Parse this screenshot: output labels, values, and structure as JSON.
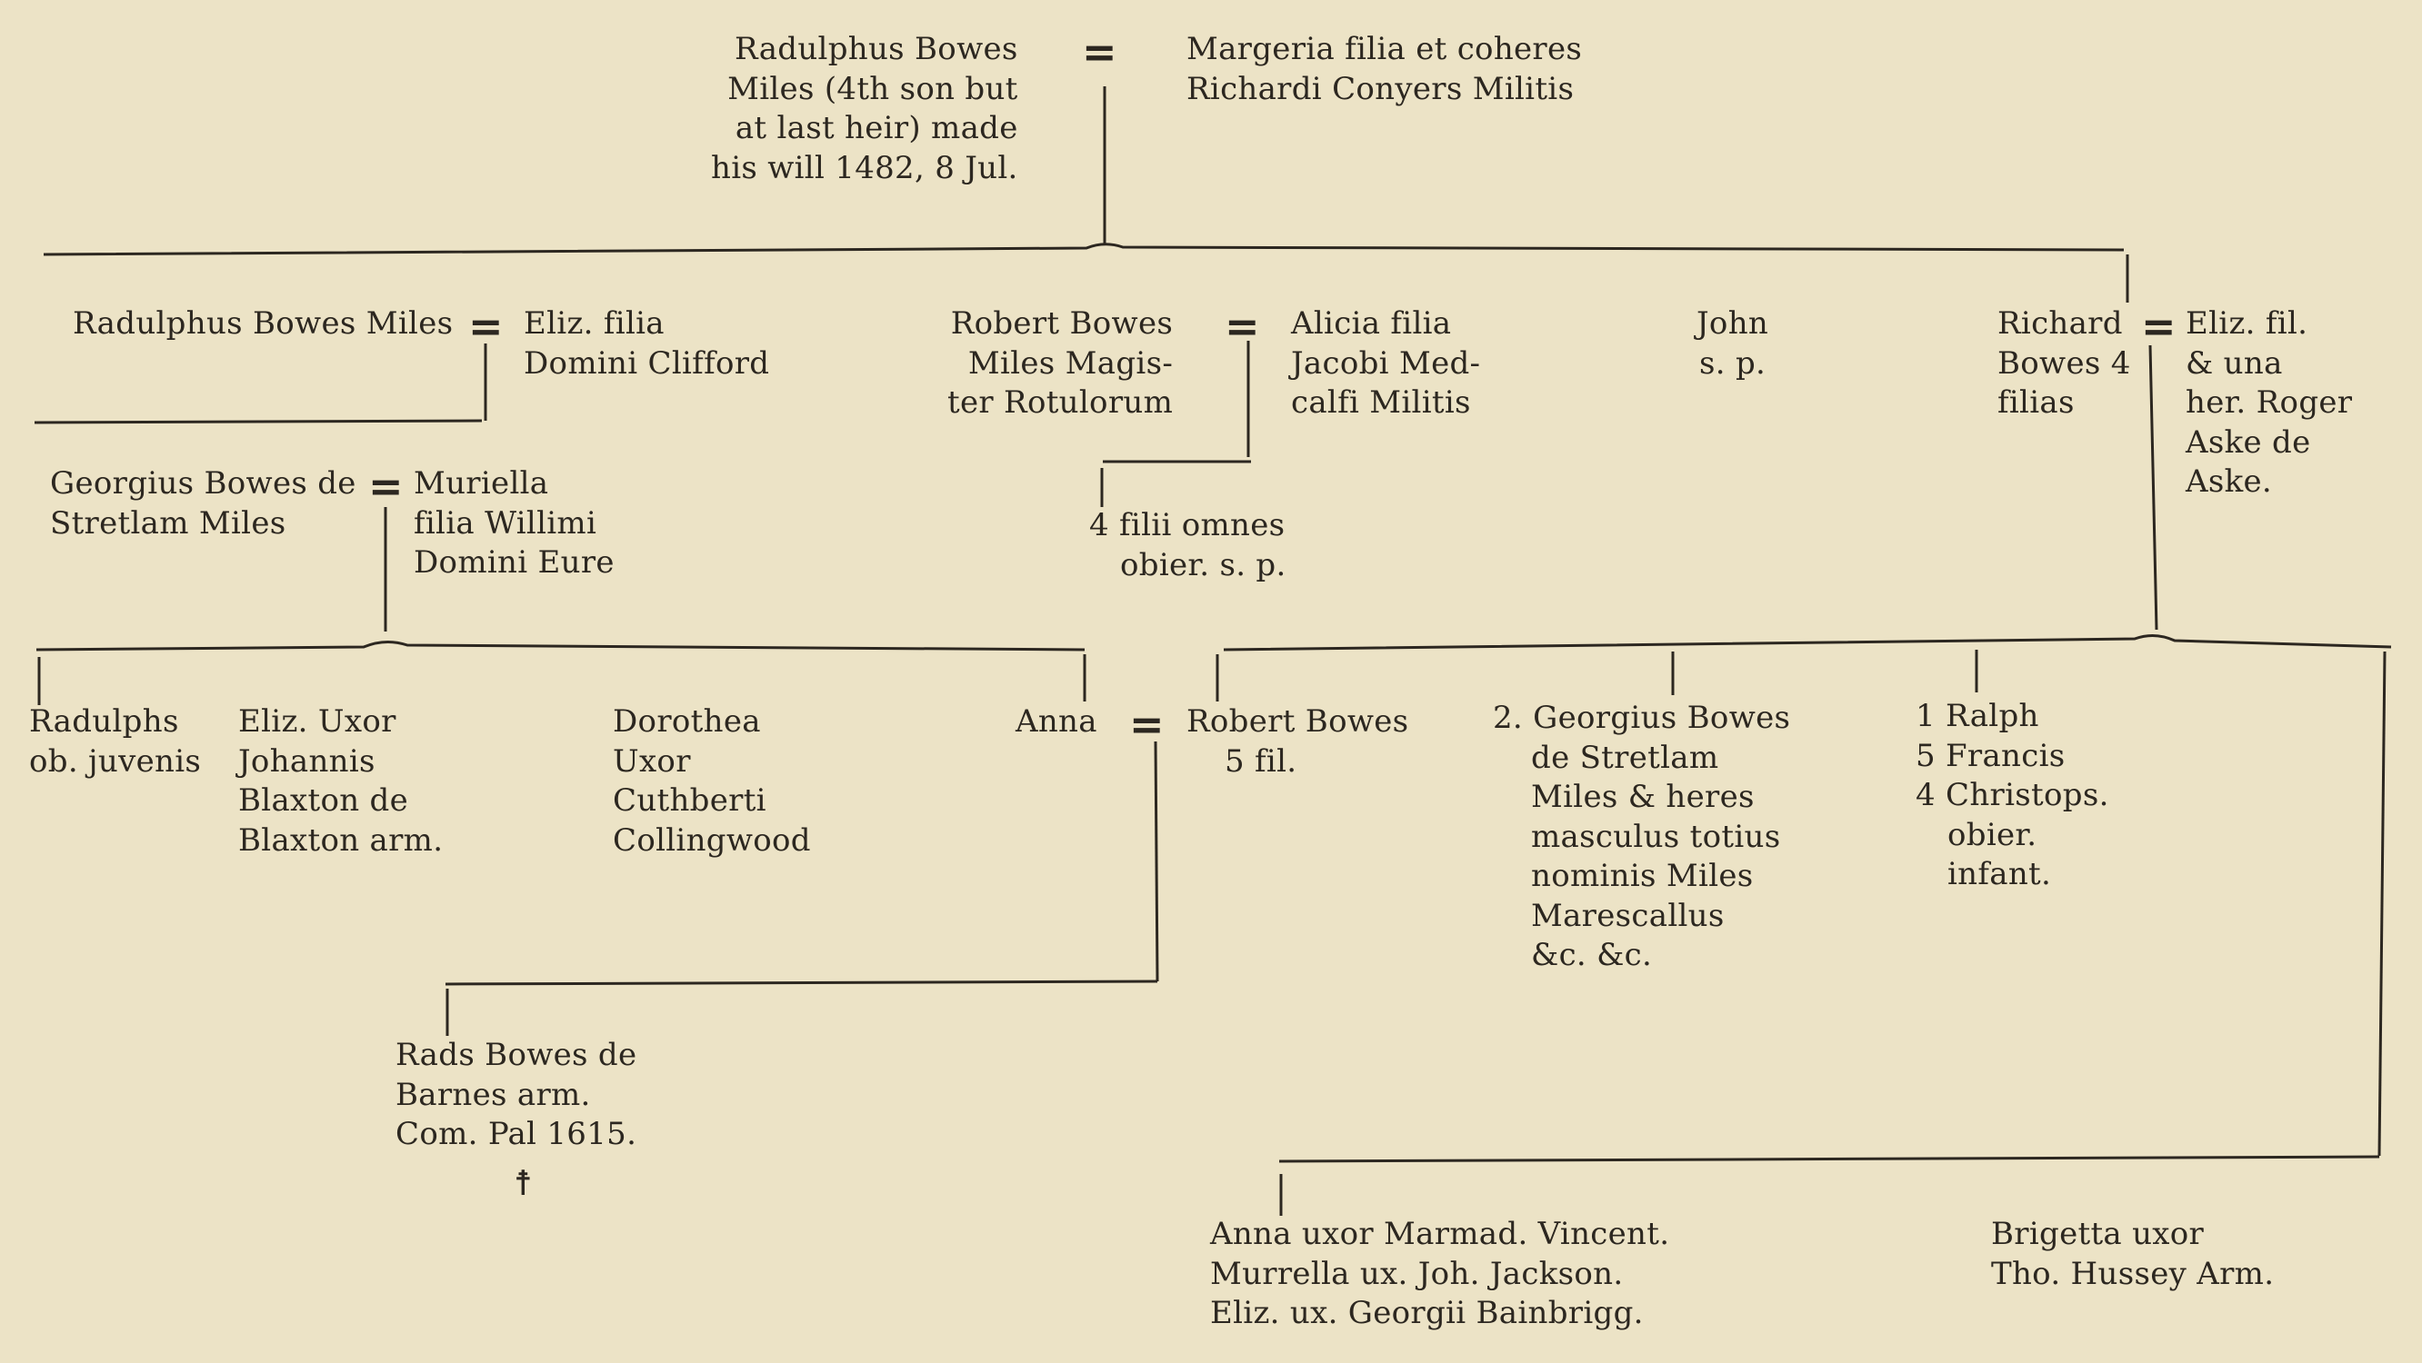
{
  "gen1": {
    "husband": [
      "Radulphus Bowes",
      "Miles (4th son but",
      "at last heir) made",
      "his will 1482, 8 Jul."
    ],
    "wife": [
      "Margeria filia et coheres",
      "Richardi Conyers Militis"
    ]
  },
  "gen2": {
    "radulphus": [
      "Radulphus Bowes Miles"
    ],
    "radulphus_wife": [
      "Eliz. filia",
      "Domini Clifford"
    ],
    "robert": [
      "Robert Bowes",
      "Miles Magis-",
      "ter Rotulorum"
    ],
    "robert_wife": [
      "Alicia filia",
      "Jacobi Med-",
      "calfi Militis"
    ],
    "john": [
      "John",
      "s. p."
    ],
    "richard": [
      "Richard",
      "Bowes 4",
      "filias"
    ],
    "richard_wife": [
      "Eliz. fil.",
      "& una",
      "her. Roger",
      "Aske de",
      "Aske."
    ]
  },
  "gen3": {
    "georgius": [
      "Georgius Bowes de",
      "Stretlam Miles"
    ],
    "georgius_wife": [
      "Muriella",
      "filia Willimi",
      "Domini Eure"
    ],
    "robert_issue": [
      "4 filii omnes",
      "obier. s. p."
    ]
  },
  "gen4": {
    "radulphs": [
      "Radulphs",
      "ob. juvenis"
    ],
    "eliz": [
      "Eliz. Uxor",
      "Johannis",
      "Blaxton de",
      "Blaxton arm."
    ],
    "dorothea": [
      "Dorothea",
      "Uxor",
      "Cuthberti",
      "Collingwood"
    ],
    "anna": [
      "Anna"
    ],
    "robert_5": [
      "Robert Bowes",
      "5 fil."
    ],
    "georgius_2": [
      "2. Georgius Bowes",
      "de Stretlam",
      "Miles & heres",
      "masculus totius",
      "nominis Miles",
      "Marescallus",
      "&c. &c."
    ],
    "ralph_group": [
      "1 Ralph",
      "5 Francis",
      "4 Christops.",
      "obier.",
      "infant."
    ]
  },
  "gen5": {
    "rads": [
      "Rads Bowes de",
      "Barnes arm.",
      "Com. Pal 1615."
    ],
    "cross": "☨",
    "daughters": [
      "Anna uxor Marmad. Vincent.",
      "Murrella ux. Joh. Jackson.",
      "Eliz. ux. Georgii Bainbrigg."
    ],
    "brigetta": [
      "Brigetta uxor",
      "Tho. Hussey Arm."
    ]
  },
  "marriage_sign": "="
}
